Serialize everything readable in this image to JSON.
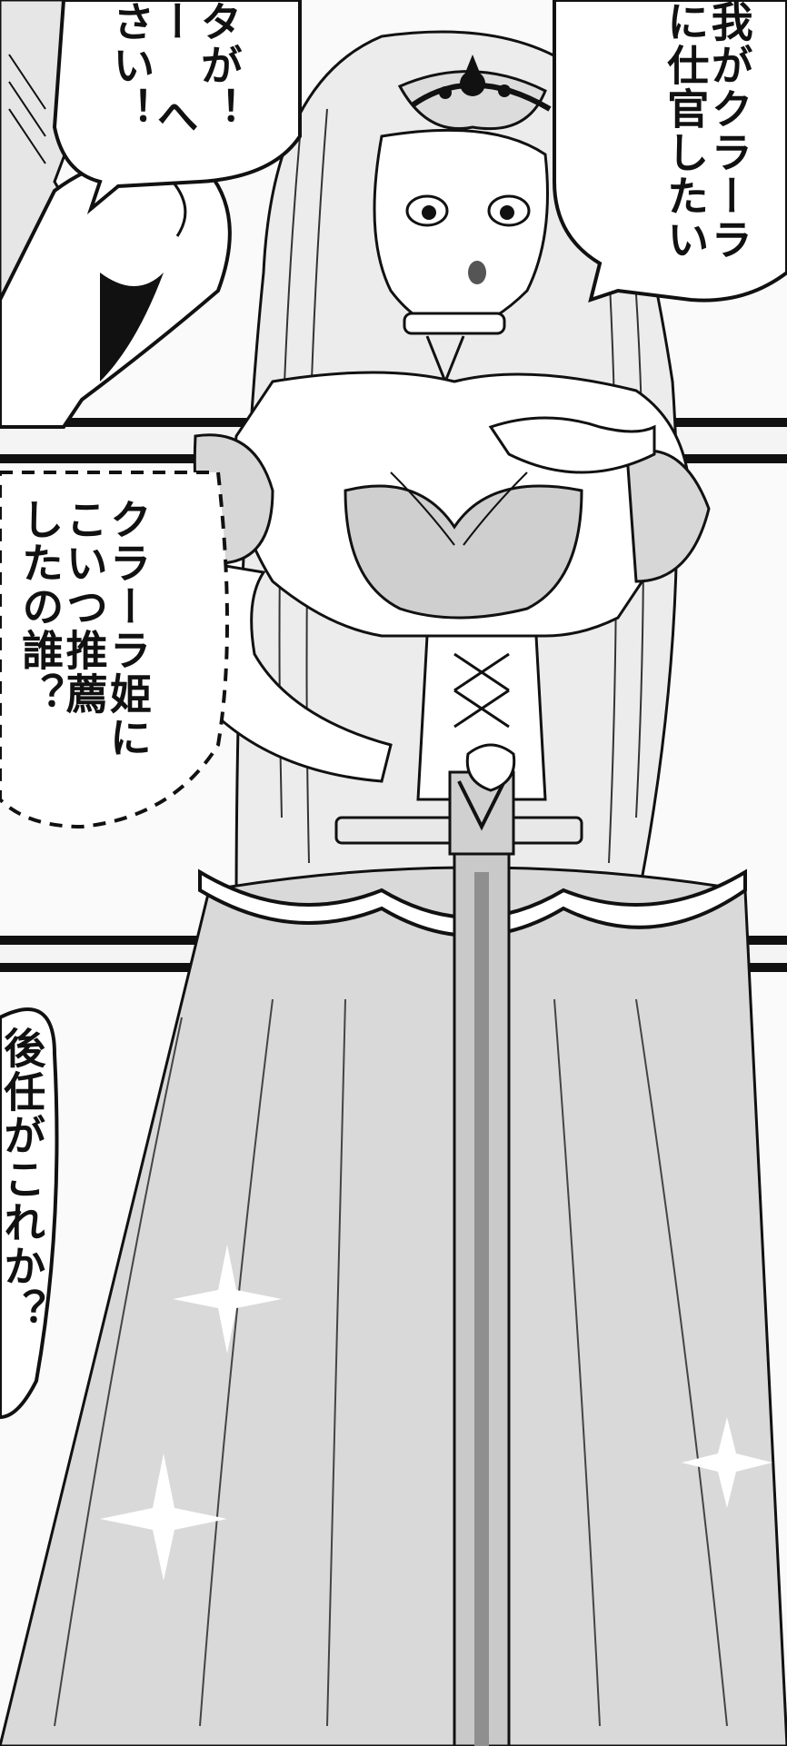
{
  "balloons": {
    "top_left": [
      "さい！",
      "ー へ",
      "タが！"
    ],
    "top_right": [
      "我がクラーラ",
      "に仕官したい"
    ],
    "middle": [
      "クラーラ姫に",
      "こいつ推薦",
      "したの誰？"
    ],
    "bottom_left": [
      "後任がこれか？"
    ]
  }
}
